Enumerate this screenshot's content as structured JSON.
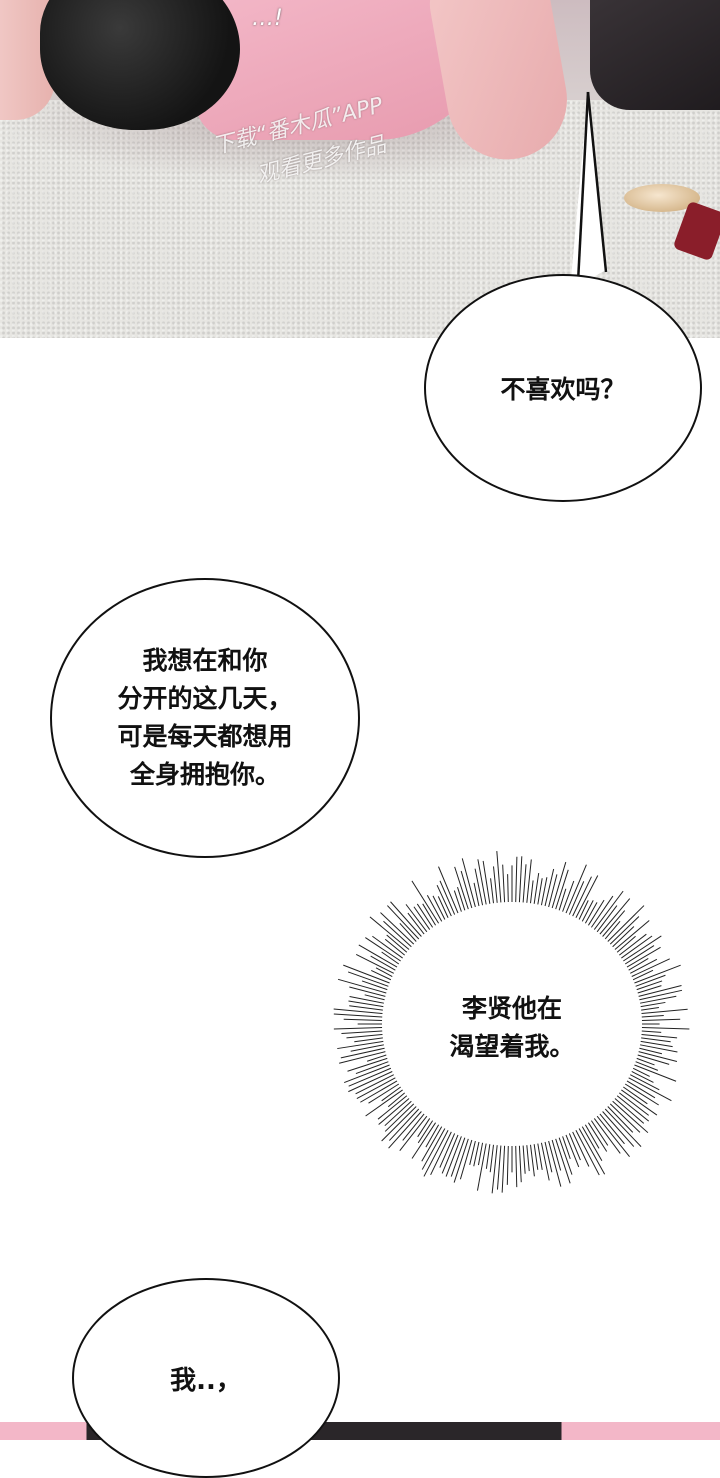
{
  "panel_top": {
    "sfx": "…!",
    "watermark_line1": "下载“番木瓜”APP",
    "watermark_line2": "观看更多作品"
  },
  "bubbles": {
    "b1": "不喜欢吗？",
    "b2_lines": [
      "我想在和你",
      "分开的这几天，",
      "可是每天都想用",
      "全身拥抱你。"
    ],
    "thought_lines": [
      "李贤他在",
      "渴望着我。"
    ],
    "b4": "我..，"
  },
  "colors": {
    "shirt_pink": "#e79aae",
    "hair_black": "#141414",
    "outline": "#111111"
  }
}
